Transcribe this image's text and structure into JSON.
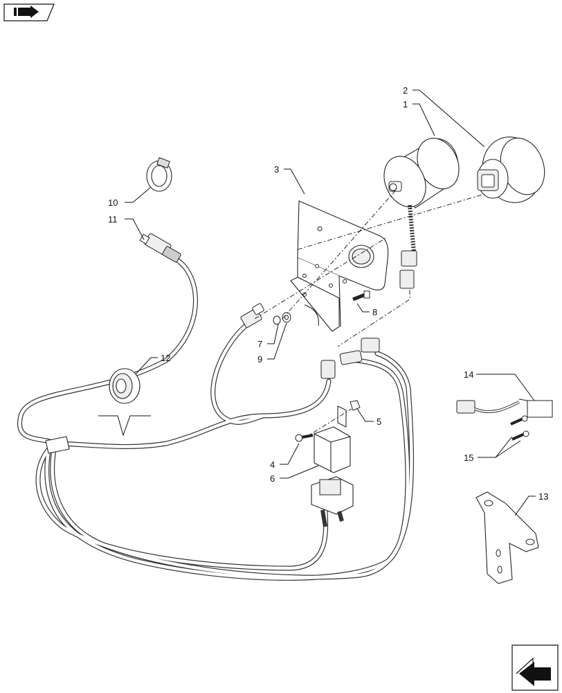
{
  "callouts": [
    {
      "id": "1",
      "text": "1"
    },
    {
      "id": "2",
      "text": "2"
    },
    {
      "id": "3",
      "text": "3"
    },
    {
      "id": "4",
      "text": "4"
    },
    {
      "id": "5",
      "text": "5"
    },
    {
      "id": "6",
      "text": "6"
    },
    {
      "id": "7",
      "text": "7"
    },
    {
      "id": "8",
      "text": "8"
    },
    {
      "id": "9",
      "text": "9"
    },
    {
      "id": "10",
      "text": "10"
    },
    {
      "id": "11",
      "text": "11"
    },
    {
      "id": "12",
      "text": "12"
    },
    {
      "id": "13",
      "text": "13"
    },
    {
      "id": "14",
      "text": "14"
    },
    {
      "id": "15",
      "text": "15"
    }
  ],
  "icons": {
    "top_left": "reference-arrow-icon",
    "bottom_right": "next-page-arrow-icon"
  }
}
